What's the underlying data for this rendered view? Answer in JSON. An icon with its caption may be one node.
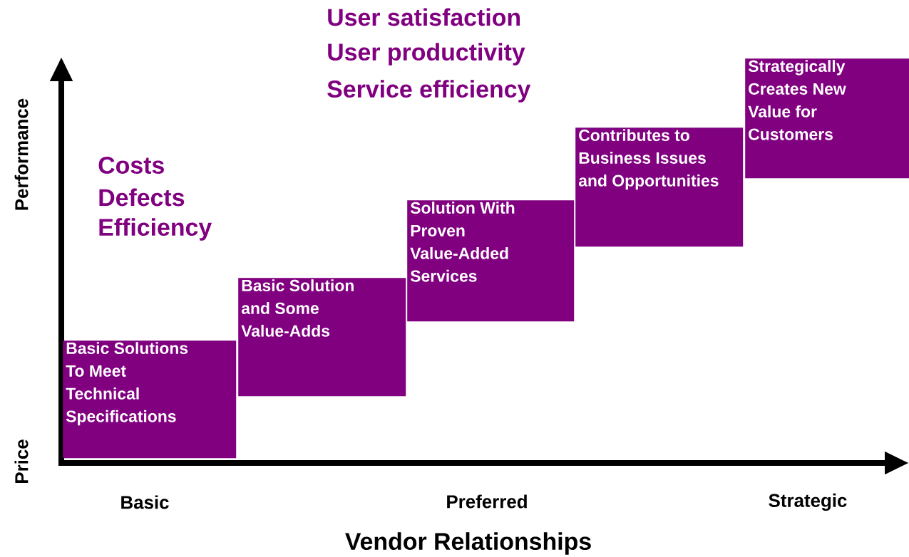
{
  "diagram": {
    "nodes": [
      {
        "text": [
          "Basic Solutions To Meet Technical Specifications"
        ]
      },
      {
        "text": [
          "Basic Solution and Some Value-Adds"
        ]
      },
      {
        "text": [
          "Solution With Proven Value-Added Services"
        ]
      },
      {
        "text": [
          "Contributes to Business Issues and Opportunities"
        ]
      },
      {
        "text": [
          "Strategically Creates New Value for Customers"
        ]
      }
    ],
    "labels": [
      "User satisfaction",
      "User productivity",
      "Service efficiency",
      "Performance",
      "Costs",
      "Defects",
      "Efficiency",
      "Price",
      "Basic",
      "Preferred",
      "Strategic",
      "Vendor Relationships"
    ]
  }
}
